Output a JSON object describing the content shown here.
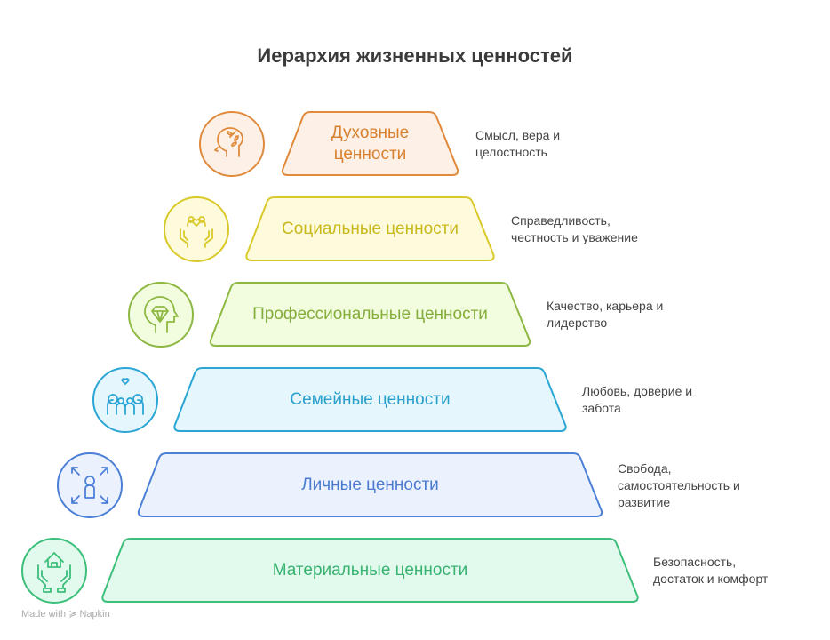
{
  "title": "Иерархия жизненных ценностей",
  "levels": [
    {
      "label": "Духовные\nценности",
      "description": "Смысл, вера и\nцелостность",
      "icon": "head-leaf-icon",
      "stroke": "#E08A3C",
      "fill": "#FDF0E6",
      "text": "#D9802F"
    },
    {
      "label": "Социальные ценности",
      "description": "Справедливость,\nчестность и уважение",
      "icon": "hands-family-heart-icon",
      "stroke": "#D9C92A",
      "fill": "#FEFBDD",
      "text": "#C9B81C"
    },
    {
      "label": "Профессиональные ценности",
      "description": "Качество, карьера и\nлидерство",
      "icon": "head-diamond-icon",
      "stroke": "#8DB843",
      "fill": "#F2FCDF",
      "text": "#84AE3A"
    },
    {
      "label": "Семейные ценности",
      "description": "Любовь, доверие и\nзабота",
      "icon": "family-heart-icon",
      "stroke": "#2BA6D4",
      "fill": "#E5F7FD",
      "text": "#2B9FCB"
    },
    {
      "label": "Личные ценности",
      "description": "Свобода,\nсамостоятельность и\nразвитие",
      "icon": "person-expand-icon",
      "stroke": "#4C80D6",
      "fill": "#EBF2FE",
      "text": "#4A7BCF"
    },
    {
      "label": "Материальные ценности",
      "description": "Безопасность,\nдостаток и комфорт",
      "icon": "hands-house-icon",
      "stroke": "#3CBF7A",
      "fill": "#E2FAEE",
      "text": "#38B26F"
    }
  ],
  "credit": "Made with ≽ Napkin"
}
